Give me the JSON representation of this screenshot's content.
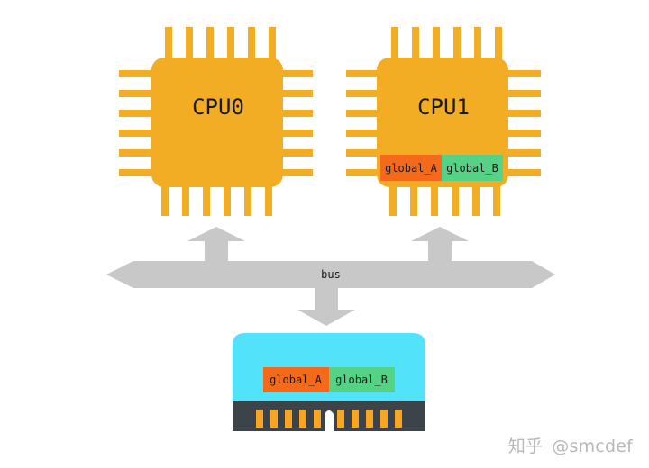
{
  "colors": {
    "chip": "#f2ad25",
    "bus": "#c8c8c8",
    "memory_top": "#52e3fb",
    "memory_bottom": "#3d4449",
    "memory_pin": "#f6a623",
    "cell_a": "#f56a1a",
    "cell_b": "#55d286"
  },
  "cpu0": {
    "label": "CPU0"
  },
  "cpu1": {
    "label": "CPU1",
    "cache_cell_a": "global_A",
    "cache_cell_b": "global_B"
  },
  "bus": {
    "label": "bus"
  },
  "memory": {
    "cell_a": "global_A",
    "cell_b": "global_B"
  },
  "watermark": {
    "brand": "知乎",
    "author": "@smcdef"
  }
}
